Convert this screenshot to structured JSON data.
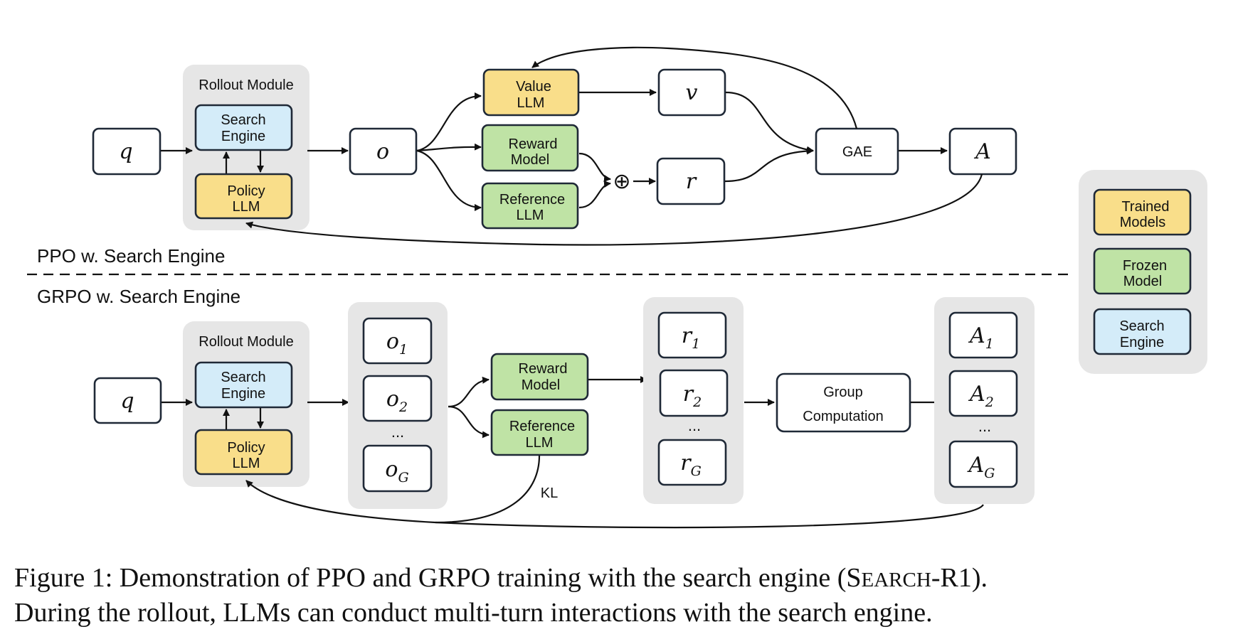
{
  "legend": {
    "trained": [
      "Trained",
      "Models"
    ],
    "frozen": [
      "Frozen",
      "Model"
    ],
    "search": [
      "Search",
      "Engine"
    ]
  },
  "ppo": {
    "section_label": "PPO w. Search Engine",
    "rollout_title": "Rollout Module",
    "search_engine": [
      "Search",
      "Engine"
    ],
    "policy_llm": [
      "Policy",
      "LLM"
    ],
    "query": "q",
    "output": "o",
    "value_llm": [
      "Value",
      "LLM"
    ],
    "reward_model": [
      "Reward",
      "Model"
    ],
    "reference_llm": [
      "Reference",
      "LLM"
    ],
    "value": "v",
    "reward": "r",
    "oplus": "⊕",
    "gae": "GAE",
    "advantage": "A"
  },
  "grpo": {
    "section_label": "GRPO w. Search Engine",
    "rollout_title": "Rollout Module",
    "search_engine": [
      "Search",
      "Engine"
    ],
    "policy_llm": [
      "Policy",
      "LLM"
    ],
    "query": "q",
    "outputs": [
      {
        "base": "o",
        "sub": "1"
      },
      {
        "base": "o",
        "sub": "2"
      },
      {
        "base": "o",
        "sub": "G"
      }
    ],
    "reward_model": [
      "Reward",
      "Model"
    ],
    "reference_llm": [
      "Reference",
      "LLM"
    ],
    "rewards": [
      {
        "base": "r",
        "sub": "1"
      },
      {
        "base": "r",
        "sub": "2"
      },
      {
        "base": "r",
        "sub": "G"
      }
    ],
    "group_computation": [
      "Group",
      "Computation"
    ],
    "advantages": [
      {
        "base": "A",
        "sub": "1"
      },
      {
        "base": "A",
        "sub": "2"
      },
      {
        "base": "A",
        "sub": "G"
      }
    ],
    "ellipsis": "...",
    "kl": "KL"
  },
  "caption": {
    "line1_prefix": "Figure 1: Demonstration of PPO and GRPO training with the search engine (",
    "line1_S": "S",
    "line1_earch": "EARCH",
    "line1_suffix": "-R1).",
    "line2": "During the rollout, LLMs can conduct multi-turn interactions with the search engine."
  }
}
